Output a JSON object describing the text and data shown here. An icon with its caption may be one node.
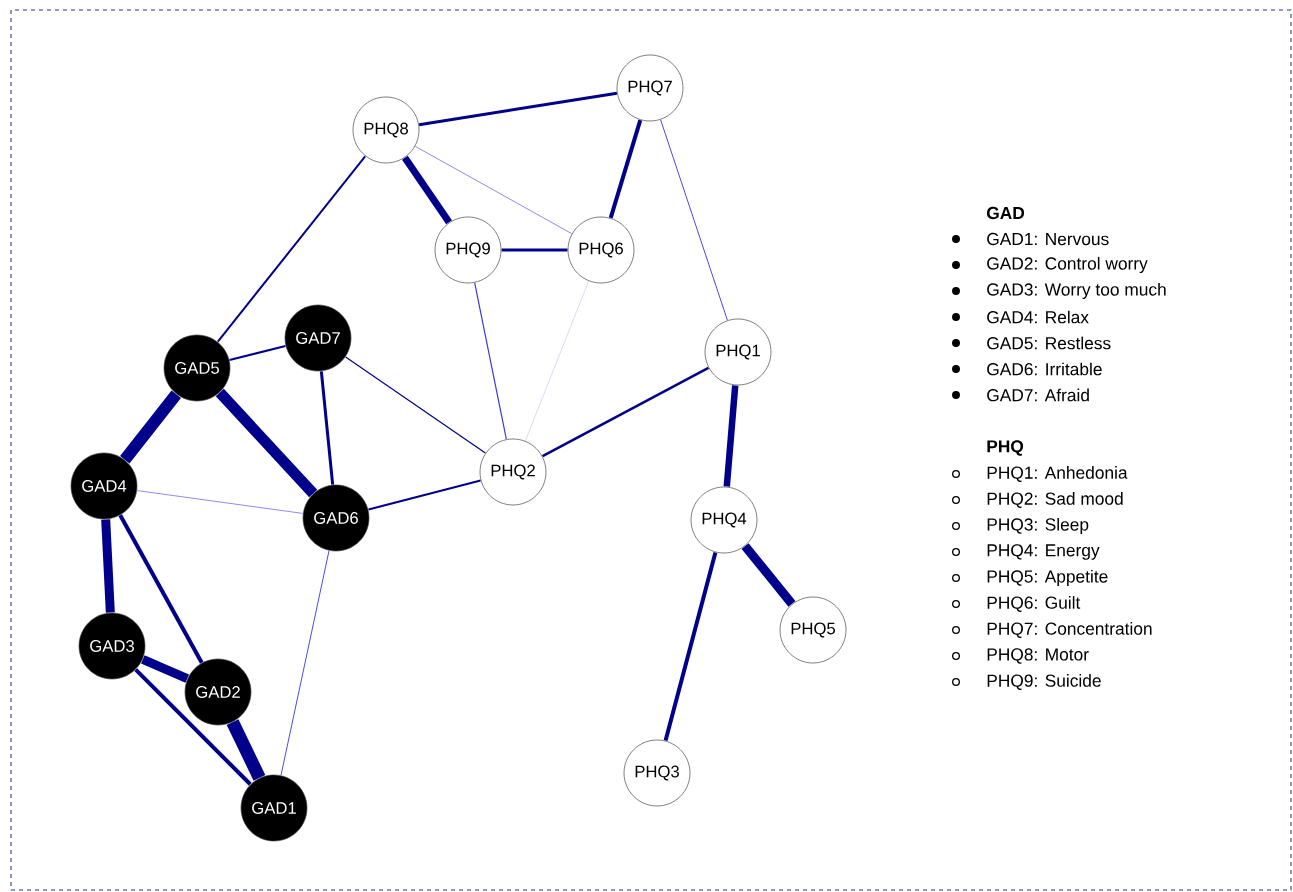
{
  "diagram": {
    "nodes": [
      {
        "text": [
          "PHQ7"
        ]
      },
      {
        "text": [
          "PHQ8"
        ]
      },
      {
        "text": [
          "PHQ9"
        ]
      },
      {
        "text": [
          "PHQ6"
        ]
      },
      {
        "text": [
          "GAD7"
        ]
      },
      {
        "text": [
          "PHQ1"
        ]
      },
      {
        "text": [
          "GAD5"
        ]
      },
      {
        "text": [
          "PHQ2"
        ]
      },
      {
        "text": [
          "GAD4"
        ]
      },
      {
        "text": [
          "GAD6"
        ]
      },
      {
        "text": [
          "PHQ4"
        ]
      },
      {
        "text": [
          "PHQ5"
        ]
      },
      {
        "text": [
          "GAD3"
        ]
      },
      {
        "text": [
          "GAD2"
        ]
      },
      {
        "text": [
          "PHQ3"
        ]
      },
      {
        "text": [
          "GAD1"
        ]
      }
    ],
    "edges": [
      {
        "from": 1,
        "to": 0,
        "arrow": "none"
      },
      {
        "from": 0,
        "to": 3,
        "arrow": "none"
      },
      {
        "from": 0,
        "to": 5,
        "arrow": "none",
        "color": "#4a4ae6"
      },
      {
        "from": 1,
        "to": 2,
        "arrow": "none",
        "style": "thick"
      },
      {
        "from": 1,
        "to": 3,
        "arrow": "none",
        "color": "#8c8cf2"
      },
      {
        "from": 2,
        "to": 3,
        "arrow": "none"
      },
      {
        "from": 1,
        "to": 6,
        "arrow": "none"
      },
      {
        "from": 2,
        "to": 7,
        "arrow": "none",
        "color": "#3a3ae0"
      },
      {
        "from": 3,
        "to": 7,
        "arrow": "none",
        "color": "#cfcff6"
      },
      {
        "from": 5,
        "to": 7,
        "arrow": "none"
      },
      {
        "from": 5,
        "to": 10,
        "arrow": "none",
        "style": "thick"
      },
      {
        "from": 10,
        "to": 11,
        "arrow": "none",
        "style": "thick"
      },
      {
        "from": 10,
        "to": 14,
        "arrow": "none"
      },
      {
        "from": 6,
        "to": 4,
        "arrow": "none"
      },
      {
        "from": 4,
        "to": 9,
        "arrow": "none"
      },
      {
        "from": 4,
        "to": 7,
        "arrow": "none"
      },
      {
        "from": 6,
        "to": 8,
        "arrow": "none",
        "style": "thick"
      },
      {
        "from": 6,
        "to": 9,
        "arrow": "none",
        "style": "thick"
      },
      {
        "from": 8,
        "to": 9,
        "arrow": "none",
        "color": "#8c8cf2"
      },
      {
        "from": 9,
        "to": 7,
        "arrow": "none"
      },
      {
        "from": 9,
        "to": 15,
        "arrow": "none",
        "color": "#4a4ae6"
      },
      {
        "from": 8,
        "to": 12,
        "arrow": "none",
        "style": "thick"
      },
      {
        "from": 8,
        "to": 13,
        "arrow": "none"
      },
      {
        "from": 12,
        "to": 13,
        "arrow": "none",
        "style": "thick"
      },
      {
        "from": 12,
        "to": 15,
        "arrow": "none"
      },
      {
        "from": 13,
        "to": 15,
        "arrow": "none",
        "style": "thick"
      }
    ],
    "labels": [
      "GAD",
      "PHQ"
    ],
    "legend": [
      {
        "text": "GAD1: Nervous"
      },
      {
        "text": "GAD2: Control worry"
      },
      {
        "text": "GAD3: Worry too much"
      },
      {
        "text": "GAD4: Relax"
      },
      {
        "text": "GAD5: Restless"
      },
      {
        "text": "GAD6: Irritable"
      },
      {
        "text": "GAD7: Afraid"
      },
      {
        "text": "PHQ1: Anhedonia"
      },
      {
        "text": "PHQ2: Sad mood"
      },
      {
        "text": "PHQ3: Sleep"
      },
      {
        "text": "PHQ4: Energy"
      },
      {
        "text": "PHQ5: Appetite"
      },
      {
        "text": "PHQ6: Guilt"
      },
      {
        "text": "PHQ7: Concentration"
      },
      {
        "text": "PHQ8: Motor"
      },
      {
        "text": "PHQ9: Suicide"
      }
    ]
  }
}
